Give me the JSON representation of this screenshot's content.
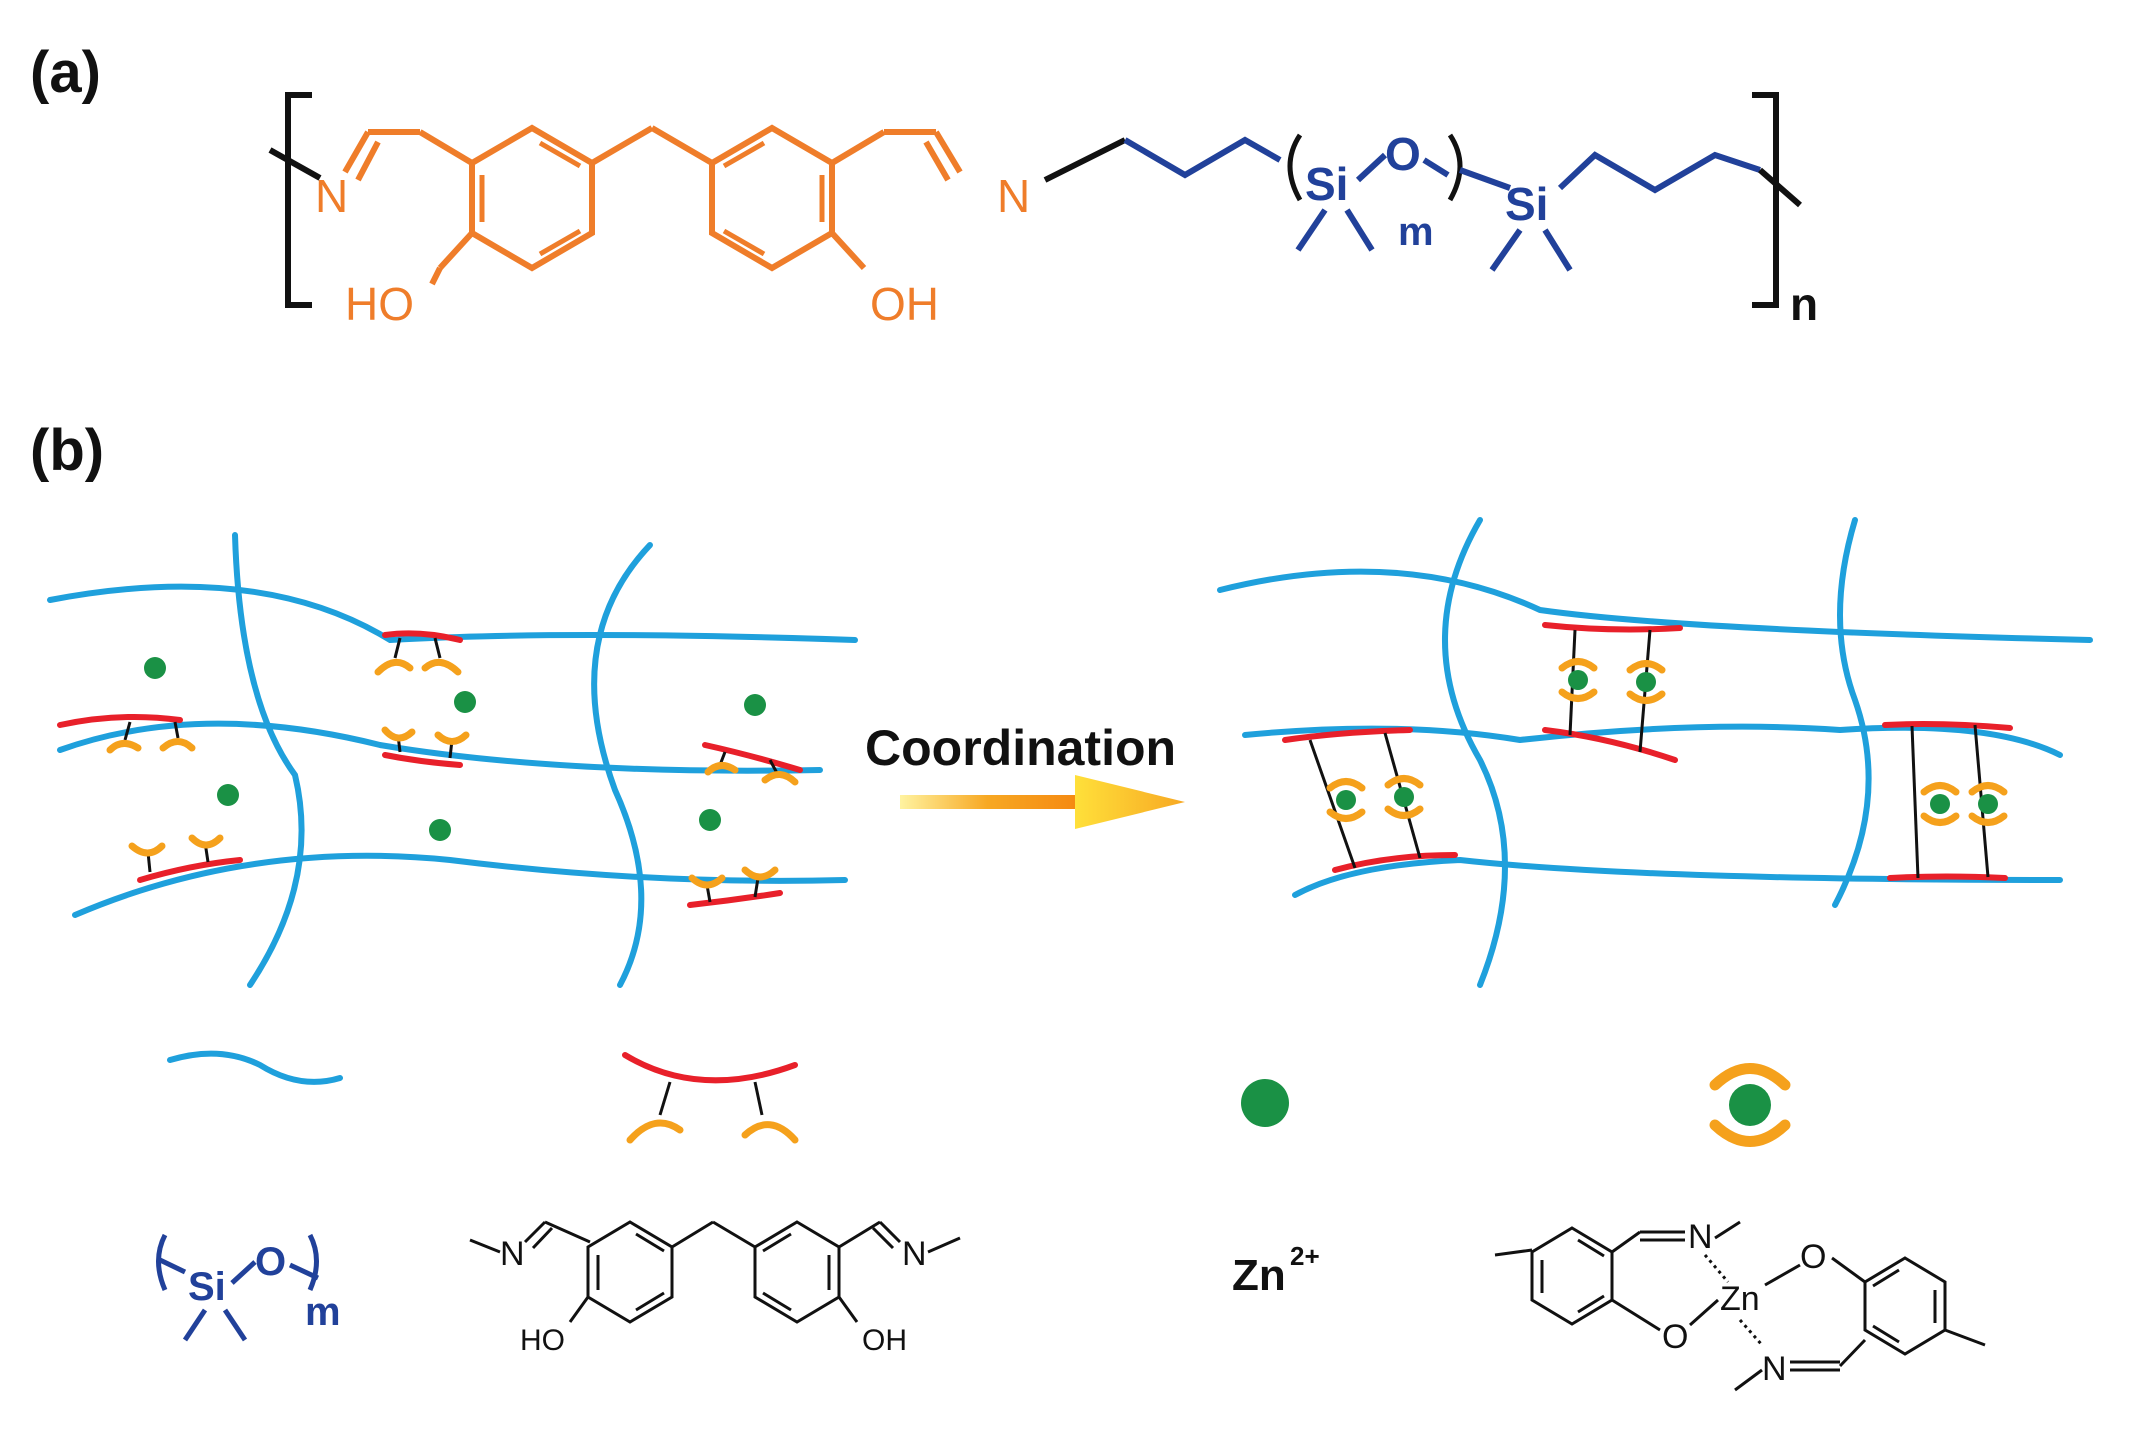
{
  "panel_a": {
    "label": "(a)",
    "atoms": {
      "n_left": "N",
      "n_right": "N",
      "ho_left": "HO",
      "oh_right": "OH",
      "si1": "Si",
      "o": "O",
      "si2": "Si",
      "m": "m",
      "n_repeat": "n"
    }
  },
  "panel_b": {
    "label": "(b)",
    "arrow_label": "Coordination",
    "legend": {
      "siloxane": {
        "si": "Si",
        "o": "O",
        "m": "m"
      },
      "ligand": {
        "ho": "HO",
        "oh": "OH",
        "n_left": "N",
        "n_right": "N"
      },
      "zinc_ion": {
        "zn": "Zn",
        "charge": "2+"
      },
      "complex": {
        "n_top": "N",
        "n_bottom": "N",
        "zn": "Zn",
        "o_top": "O",
        "o_bottom": "O"
      }
    }
  },
  "colors": {
    "orange": "#ef7d2a",
    "blue_dark": "#21419a",
    "chain_blue": "#1fa0dc",
    "red": "#e8202a",
    "cup_orange": "#f5a11c",
    "zinc_green": "#1a9145"
  }
}
